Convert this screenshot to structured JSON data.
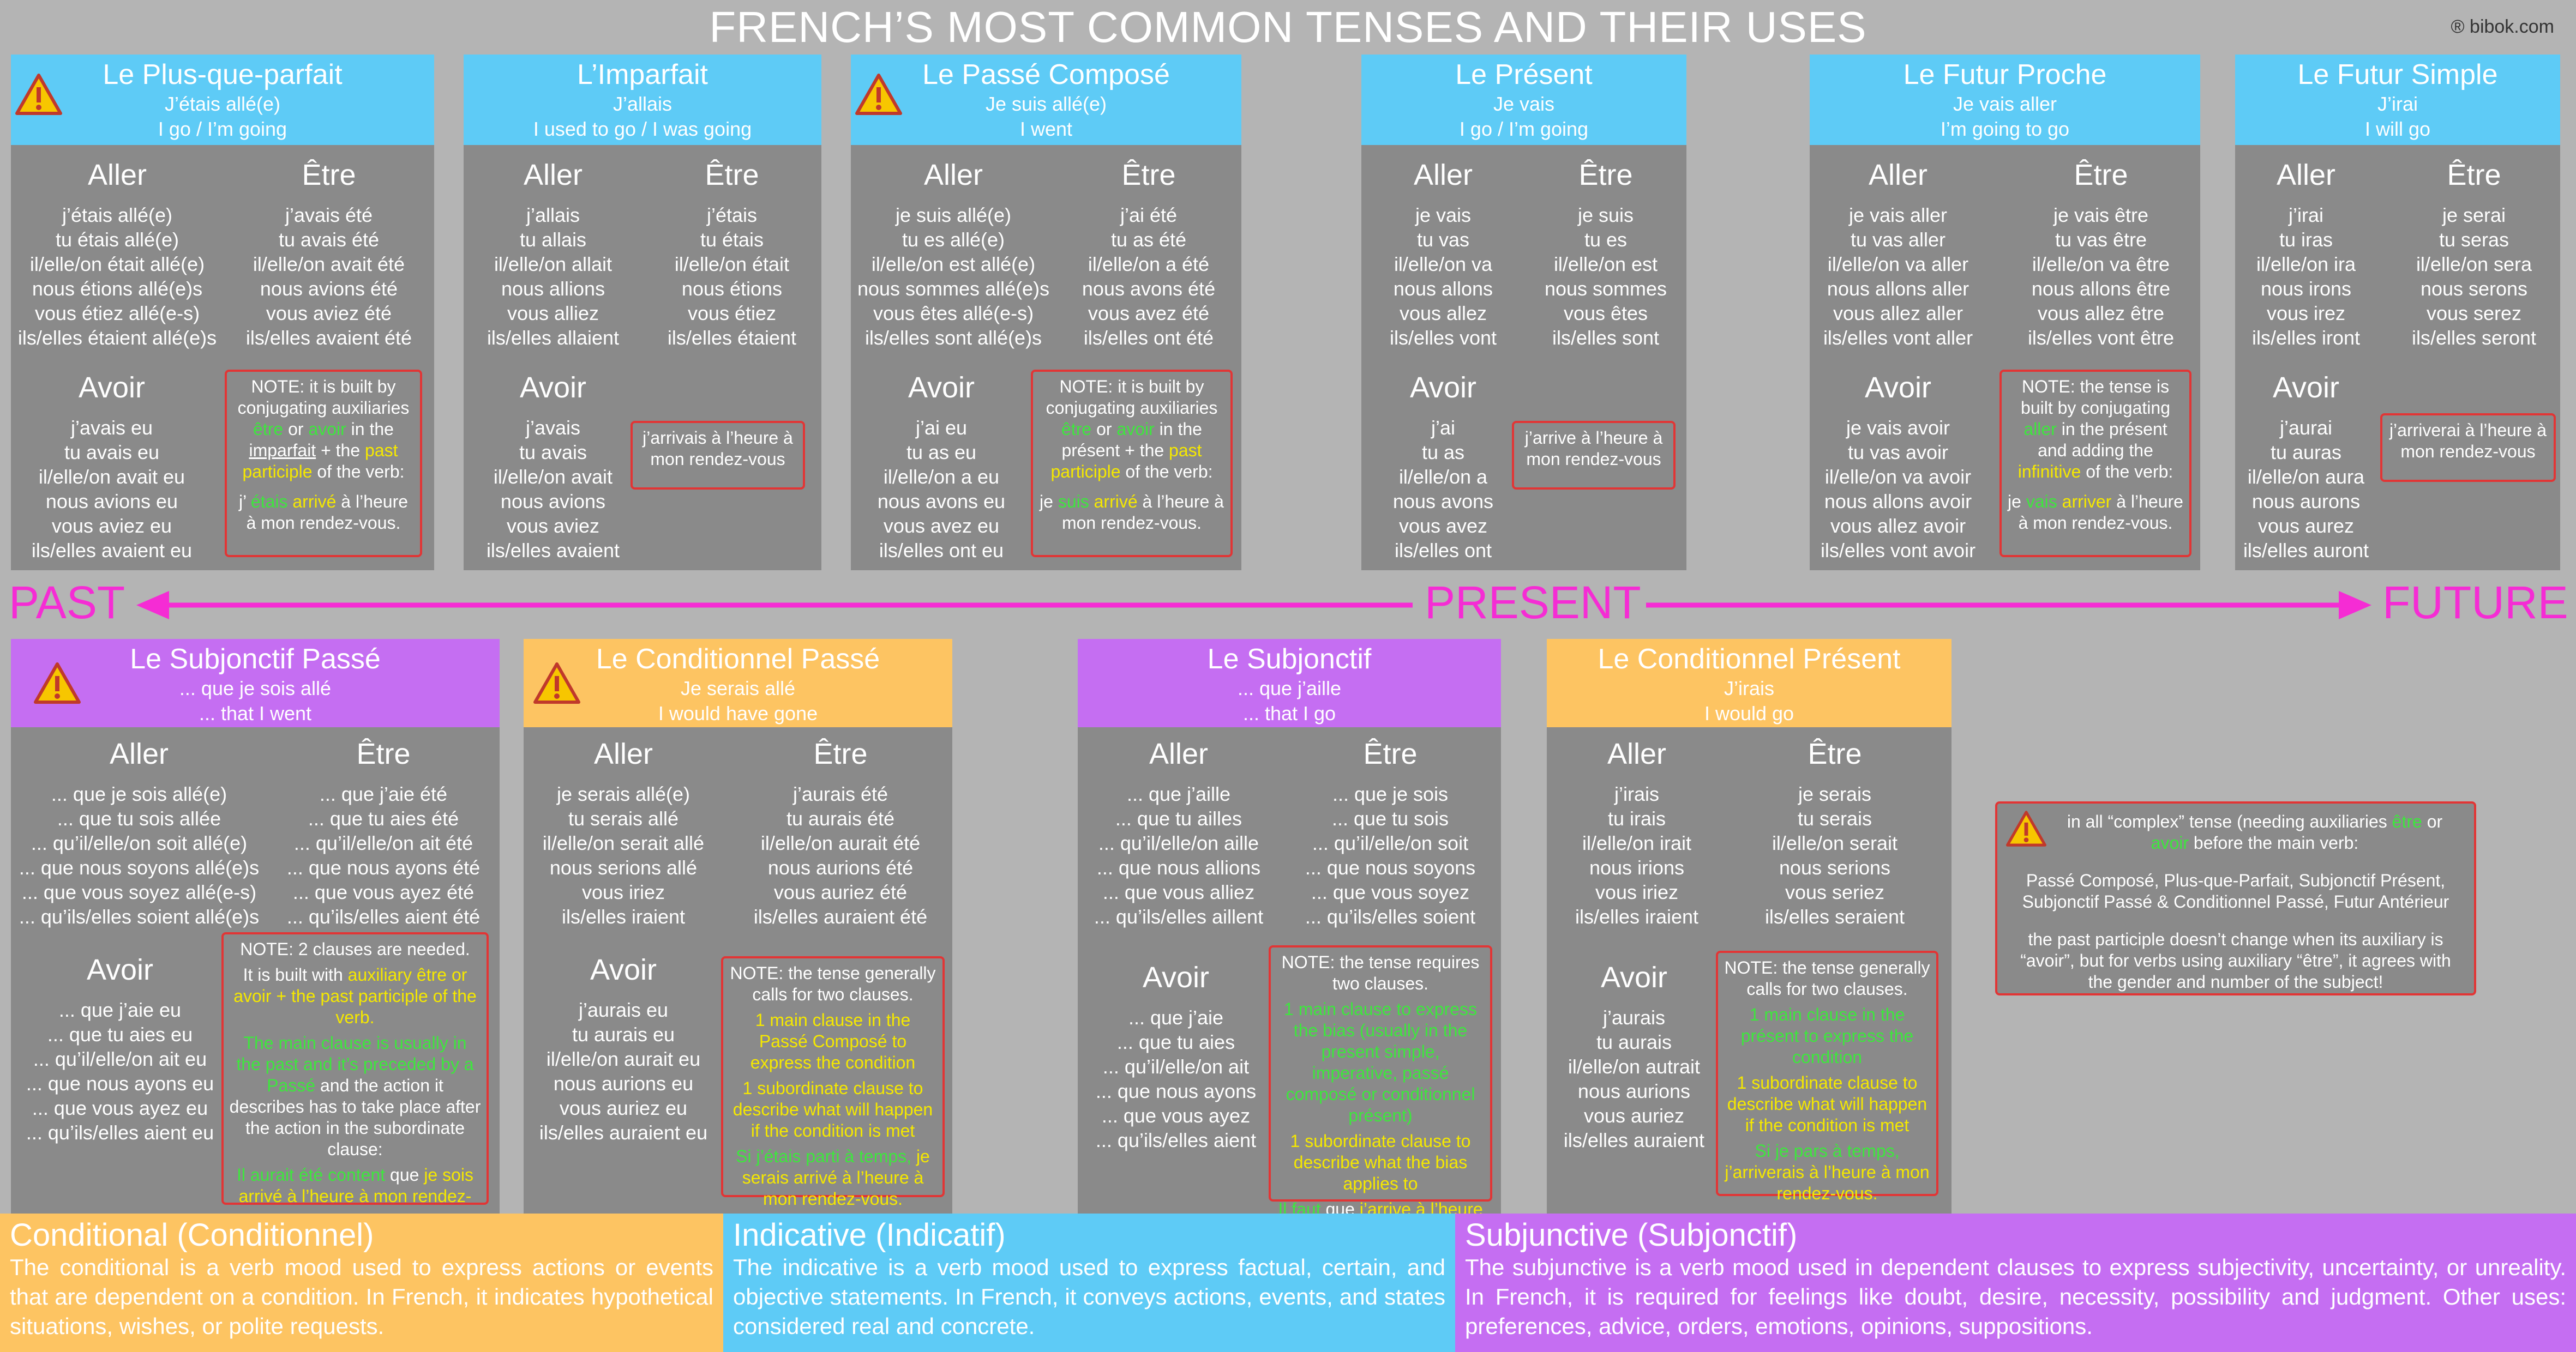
{
  "title": "FRENCH’S MOST COMMON TENSES AND THEIR USES",
  "brand": "® bibok.com",
  "axis": {
    "past": "PAST",
    "present": "PRESENT",
    "future": "FUTURE"
  },
  "cards": {
    "plusque": {
      "name": "Le Plus-que-parfait",
      "sub1": "J’étais allé(e)",
      "sub2": "I go / I’m going",
      "aller_label": "Aller",
      "aller": "j’étais allé(e)\ntu étais allé(e)\nil/elle/on était allé(e)\nnous étions allé(e)s\nvous étiez allé(e-s)\nils/elles étaient allé(e)s",
      "etre_label": "Être",
      "etre": "j’avais été\ntu avais été\nil/elle/on avait été\nnous avions été\nvous aviez été\nils/elles avaient été",
      "avoir_label": "Avoir",
      "avoir": "j’avais eu\ntu avais eu\nil/elle/on avait eu\nnous avions eu\nvous aviez eu\nils/elles avaient eu",
      "note_a": "NOTE: it is built by conjugating auxiliaries",
      "note_etre": "être",
      "note_or": "or",
      "note_avoir": "avoir",
      "note_in": "in the",
      "note_tense": "imparfait",
      "note_plus": "+ the",
      "note_pp": "past participle",
      "note_of": "of the verb:",
      "ex_pre": "j’",
      "ex_aux": "étais",
      "ex_verb": "arrivé",
      "ex_post": "à l’heure à mon rendez-vous."
    },
    "imparfait": {
      "name": "L’Imparfait",
      "sub1": "J’allais",
      "sub2": "I used to go / I was going",
      "aller_label": "Aller",
      "aller": "j’allais\ntu allais\nil/elle/on allait\nnous allions\nvous alliez\nils/elles allaient",
      "etre_label": "Être",
      "etre": "j’étais\ntu étais\nil/elle/on était\nnous étions\nvous étiez\nils/elles étaient",
      "avoir_label": "Avoir",
      "avoir": "j’avais\ntu avais\nil/elle/on avait\nnous avions\nvous aviez\nils/elles avaient",
      "note": "j’arrivais à l’heure à mon rendez-vous"
    },
    "passecompose": {
      "name": "Le Passé Composé",
      "sub1": "Je suis allé(e)",
      "sub2": "I went",
      "aller_label": "Aller",
      "aller": "je suis allé(e)\ntu es allé(e)\nil/elle/on est allé(e)\nnous sommes allé(e)s\nvous êtes allé(e-s)\nils/elles sont allé(e)s",
      "etre_label": "Être",
      "etre": "j’ai été\ntu as été\nil/elle/on a été\nnous avons été\nvous avez été\nils/elles ont été",
      "avoir_label": "Avoir",
      "avoir": "j’ai eu\ntu as eu\nil/elle/on a eu\nnous avons eu\nvous avez eu\nils/elles ont eu",
      "note_a": "NOTE: it is built by conjugating auxiliaries",
      "note_etre": "être",
      "note_or": "or",
      "note_avoir": "avoir",
      "note_in": "in the",
      "note_tense": "présent",
      "note_plus": "+ the",
      "note_pp": "past participle",
      "note_of": "of the verb:",
      "ex_pre": "je",
      "ex_aux": "suis",
      "ex_verb": "arrivé",
      "ex_post": "à l’heure à mon rendez-vous."
    },
    "present": {
      "name": "Le Présent",
      "sub1": "Je vais",
      "sub2": "I go / I’m going",
      "aller_label": "Aller",
      "aller": "je vais\ntu vas\nil/elle/on va\nnous allons\nvous allez\nils/elles vont",
      "etre_label": "Être",
      "etre": "je suis\ntu es\nil/elle/on est\nnous sommes\nvous êtes\nils/elles sont",
      "avoir_label": "Avoir",
      "avoir": "j’ai\ntu as\nil/elle/on a\nnous avons\nvous avez\nils/elles ont",
      "note": "j’arrive à l’heure à mon rendez-vous"
    },
    "futurproche": {
      "name": "Le Futur Proche",
      "sub1": "Je vais aller",
      "sub2": "I’m going to go",
      "aller_label": "Aller",
      "aller": "je vais aller\ntu vas aller\nil/elle/on va aller\nnous allons aller\nvous allez aller\nils/elles vont aller",
      "etre_label": "Être",
      "etre": "je vais être\ntu vas être\nil/elle/on va être\nnous allons être\nvous allez être\nils/elles vont être",
      "avoir_label": "Avoir",
      "avoir": "je vais avoir\ntu vas avoir\nil/elle/on va avoir\nnous allons avoir\nvous allez avoir\nils/elles vont avoir",
      "note_a": "NOTE: the tense is built by conjugating",
      "note_aux": "aller",
      "note_b": "in the présent and adding the",
      "note_inf": "infinitive",
      "note_c": "of the verb:",
      "ex_pre": "je",
      "ex_aux": "vais",
      "ex_verb": "arriver",
      "ex_post": "à l’heure à mon rendez-vous."
    },
    "futursimple": {
      "name": "Le Futur Simple",
      "sub1": "J’irai",
      "sub2": "I will go",
      "aller_label": "Aller",
      "aller": "j’irai\ntu iras\nil/elle/on ira\nnous irons\nvous irez\nils/elles iront",
      "etre_label": "Être",
      "etre": "je serai\ntu seras\nil/elle/on sera\nnous serons\nvous serez\nils/elles seront",
      "avoir_label": "Avoir",
      "avoir": "j’aurai\ntu auras\nil/elle/on aura\nnous aurons\nvous aurez\nils/elles auront",
      "note": "j’arriverai à l’heure à mon rendez-vous"
    },
    "subjpasse": {
      "name": "Le Subjonctif Passé",
      "sub1": "... que je sois allé",
      "sub2": "... that I went",
      "aller_label": "Aller",
      "aller": "... que je sois allé(e)\n... que tu sois allée\n... qu’il/elle/on soit allé(e)\n... que nous soyons allé(e)s\n... que vous soyez allé(e-s)\n... qu’ils/elles soient allé(e)s",
      "etre_label": "Être",
      "etre": "... que j’aie été\n... que tu aies été\n... qu’il/elle/on ait été\n... que nous ayons été\n... que vous ayez été\n... qu’ils/elles aient été",
      "avoir_label": "Avoir",
      "avoir": "... que j’aie eu\n... que tu aies eu\n... qu’il/elle/on ait eu\n... que nous ayons eu\n... que vous ayez eu\n... qu’ils/elles aient eu",
      "note_a": "NOTE:  2 clauses are needed.",
      "note_b": "It is built with",
      "note_c": "auxiliary être or avoir + the past participle of the verb.",
      "note_d": "The main clause is usually in the past and it’s preceded by a Passé",
      "note_e": "and the action it describes has to take place after the action in the subordinate clause:",
      "note_f": "Il aurait été content",
      "note_g": "que",
      "note_h": "je sois arrivé à l’heure à mon rendez-vous."
    },
    "condpasse": {
      "name": "Le Conditionnel Passé",
      "sub1": "Je serais allé",
      "sub2": "I would have gone",
      "aller_label": "Aller",
      "aller": "je serais allé(e)\ntu serais allé\nil/elle/on serait allé\nnous serions allé\nvous iriez\nils/elles iraient",
      "etre_label": "Être",
      "etre": "j’aurais été\ntu aurais été\nil/elle/on aurait été\nnous aurions été\nvous auriez été\nils/elles auraient été",
      "avoir_label": "Avoir",
      "avoir": "j’aurais eu\ntu aurais eu\nil/elle/on aurait eu\nnous aurions eu\nvous auriez eu\nils/elles auraient eu",
      "note_a": "NOTE: the tense generally calls for two clauses.",
      "note_b": "1 main clause in the Passé Composé to express the condition",
      "note_c": "1 subordinate clause to describe what will happen if the condition is met",
      "note_d": "Si j’étais parti à temps,",
      "note_e": "je serais arrivé à l’heure à mon rendez-vous."
    },
    "subj": {
      "name": "Le Subjonctif",
      "sub1": "... que j’aille",
      "sub2": "... that I go",
      "aller_label": "Aller",
      "aller": "... que j’aille\n... que tu ailles\n... qu’il/elle/on aille\n... que nous allions\n... que vous alliez\n... qu’ils/elles aillent",
      "etre_label": "Être",
      "etre": "... que je sois\n... que tu sois\n... qu’il/elle/on soit\n... que nous soyons\n... que vous soyez\n... qu’ils/elles soient",
      "avoir_label": "Avoir",
      "avoir": "... que j’aie\n... que tu aies\n... qu’il/elle/on ait\n... que nous ayons\n... que vous ayez\n... qu’ils/elles aient",
      "note_a": "NOTE: the tense requires two clauses.",
      "note_b": "1 main clause to express the bias (usually in the present simple, imperative, passé composé or conditionnel présent)",
      "note_c": "1 subordinate clause to describe what the bias applies to",
      "note_d": "Il faut",
      "note_e": "que",
      "note_f": "j’arrive à l’heure à mon rendez-vous."
    },
    "condpresent": {
      "name": "Le Conditionnel Présent",
      "sub1": "J’irais",
      "sub2": "I would go",
      "aller_label": "Aller",
      "aller": "j’irais\ntu irais\nil/elle/on irait\nnous irions\nvous iriez\nils/elles iraient",
      "etre_label": "Être",
      "etre": "je serais\ntu serais\nil/elle/on serait\nnous serions\nvous seriez\nils/elles seraient",
      "avoir_label": "Avoir",
      "avoir": "j’aurais\ntu aurais\nil/elle/on autrait\nnous aurions\nvous auriez\nils/elles auraient",
      "note_a": "NOTE: the tense generally calls for two clauses.",
      "note_b": "1 main clause in the présent to express the condition",
      "note_c": "1 subordinate clause to describe what will happen if the condition is met",
      "note_d": "Si je pars à temps,",
      "note_e": "j’arriverais à l’heure à mon rendez-vous."
    }
  },
  "info": {
    "line1a": "in all “complex” tense (needing auxiliaries",
    "etre": "être",
    "or": "or",
    "avoir": "avoir",
    "line1b": "before the main verb:",
    "line2": "Passé Composé, Plus-que-Parfait, Subjonctif Présent, Subjonctif Passé & Conditionnel Passé, Futur Antérieur",
    "line3": "the past participle doesn’t change when its auxiliary is “avoir”, but for verbs using auxiliary “être”, it agrees with the gender and number of the subject!"
  },
  "moods": {
    "conditional": {
      "title": "Conditional (Conditionnel)",
      "text": "The conditional is a verb mood used to express actions or events that are dependent on a condition. In French, it indicates hypothetical situations, wishes, or polite requests."
    },
    "indicative": {
      "title": "Indicative (Indicatif)",
      "text": "The indicative is a verb mood used to express factual, certain, and objective statements. In French, it conveys actions, events, and states considered real and concrete."
    },
    "subjunctive": {
      "title": "Subjunctive (Subjonctif)",
      "text": "The subjunctive is a verb mood used in dependent clauses to express subjectivity, uncertainty, or unreality. In French, it is required for feelings like doubt, desire, necessity, possibility and judgment. Other uses: preferences, advice, orders, emotions, opinions, suppositions."
    }
  },
  "colors": {
    "blue": "#5ecbf6",
    "purple": "#c56ef2",
    "orange": "#fdc462",
    "magenta": "#f52cd4",
    "red": "#e23535",
    "green": "#3ee63e",
    "yellow": "#f5e800"
  }
}
